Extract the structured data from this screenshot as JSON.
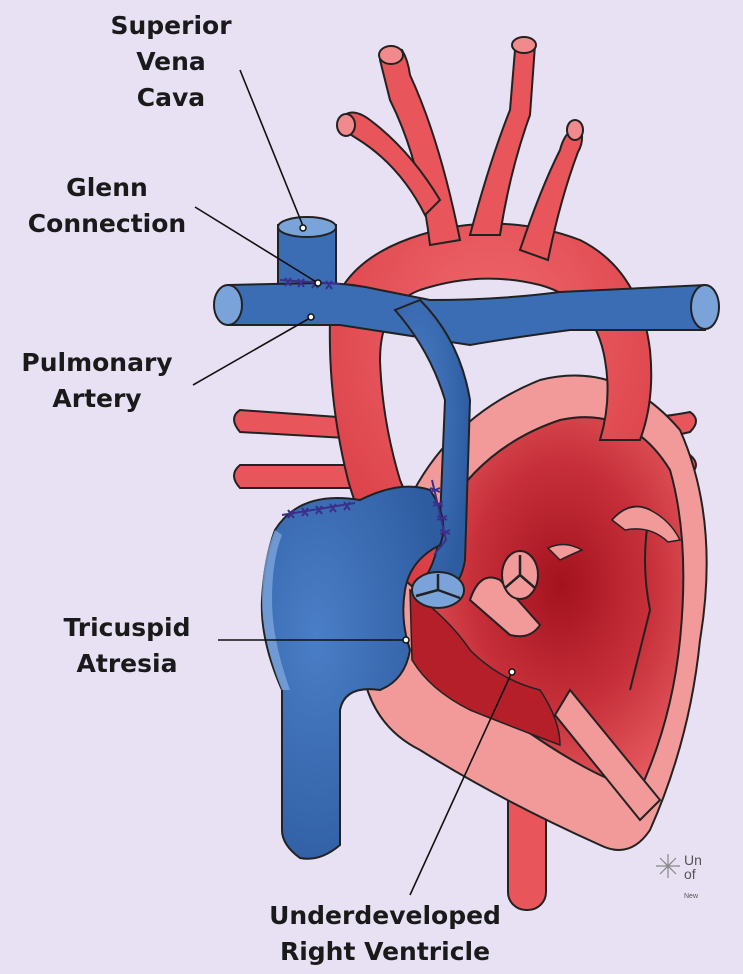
{
  "labels": {
    "superior_vena_cava": [
      "Superior",
      "Vena",
      "Cava"
    ],
    "glenn_connection": [
      "Glenn",
      "Connection"
    ],
    "pulmonary_artery": [
      "Pulmonary",
      "Artery"
    ],
    "tricuspid_atresia": [
      "Tricuspid",
      "Atresia"
    ],
    "underdeveloped_right_ventricle": [
      "Underdeveloped",
      "Right Ventricle"
    ]
  },
  "logo": {
    "line1": "Un",
    "line2": "of",
    "line3": "New"
  },
  "colors": {
    "background": "#e8e0f3",
    "oxygenated_red": "#e8555a",
    "deoxygenated_blue": "#3b6db4",
    "dark_red": "#a3121e",
    "light_pink": "#f19a99",
    "suture": "#3a2f8c"
  }
}
